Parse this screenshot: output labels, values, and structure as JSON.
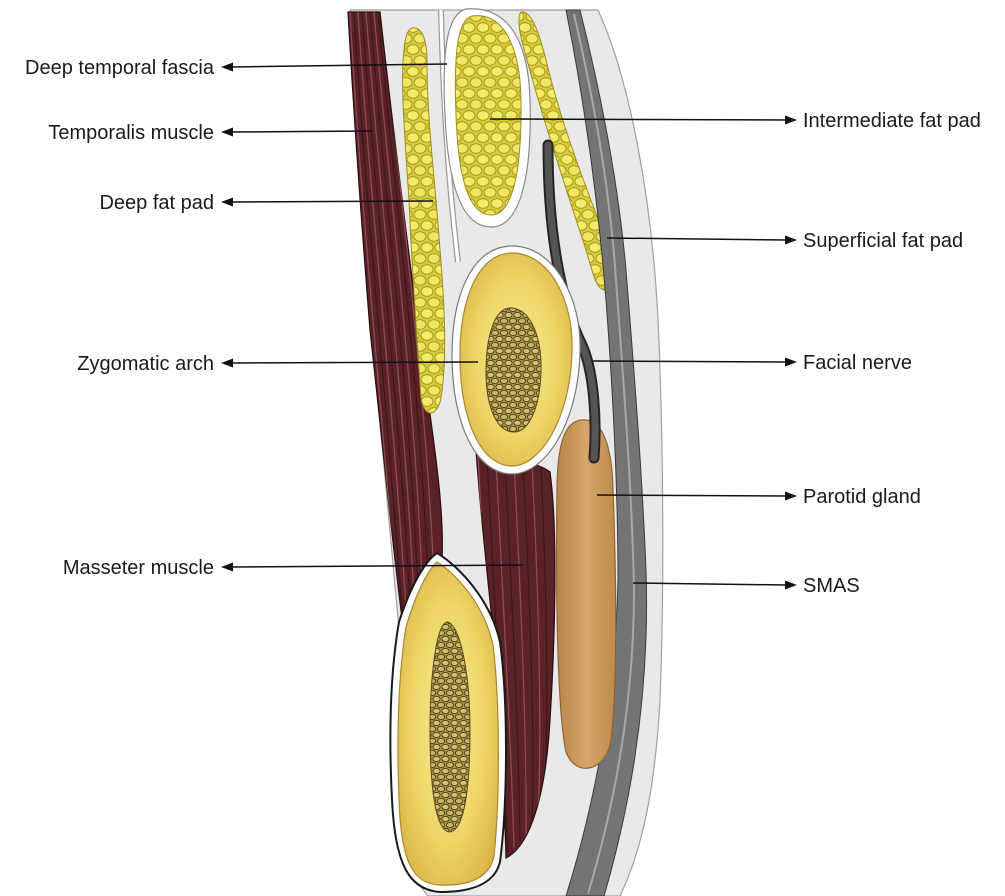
{
  "figure": {
    "labels_left": [
      "Deep temporal fascia",
      "Temporalis muscle",
      "Deep fat pad",
      "Zygomatic arch",
      "Masseter muscle"
    ],
    "labels_right": [
      "Intermediate fat pad",
      "Superficial fat pad",
      "Facial nerve",
      "Parotid gland",
      "SMAS"
    ]
  }
}
